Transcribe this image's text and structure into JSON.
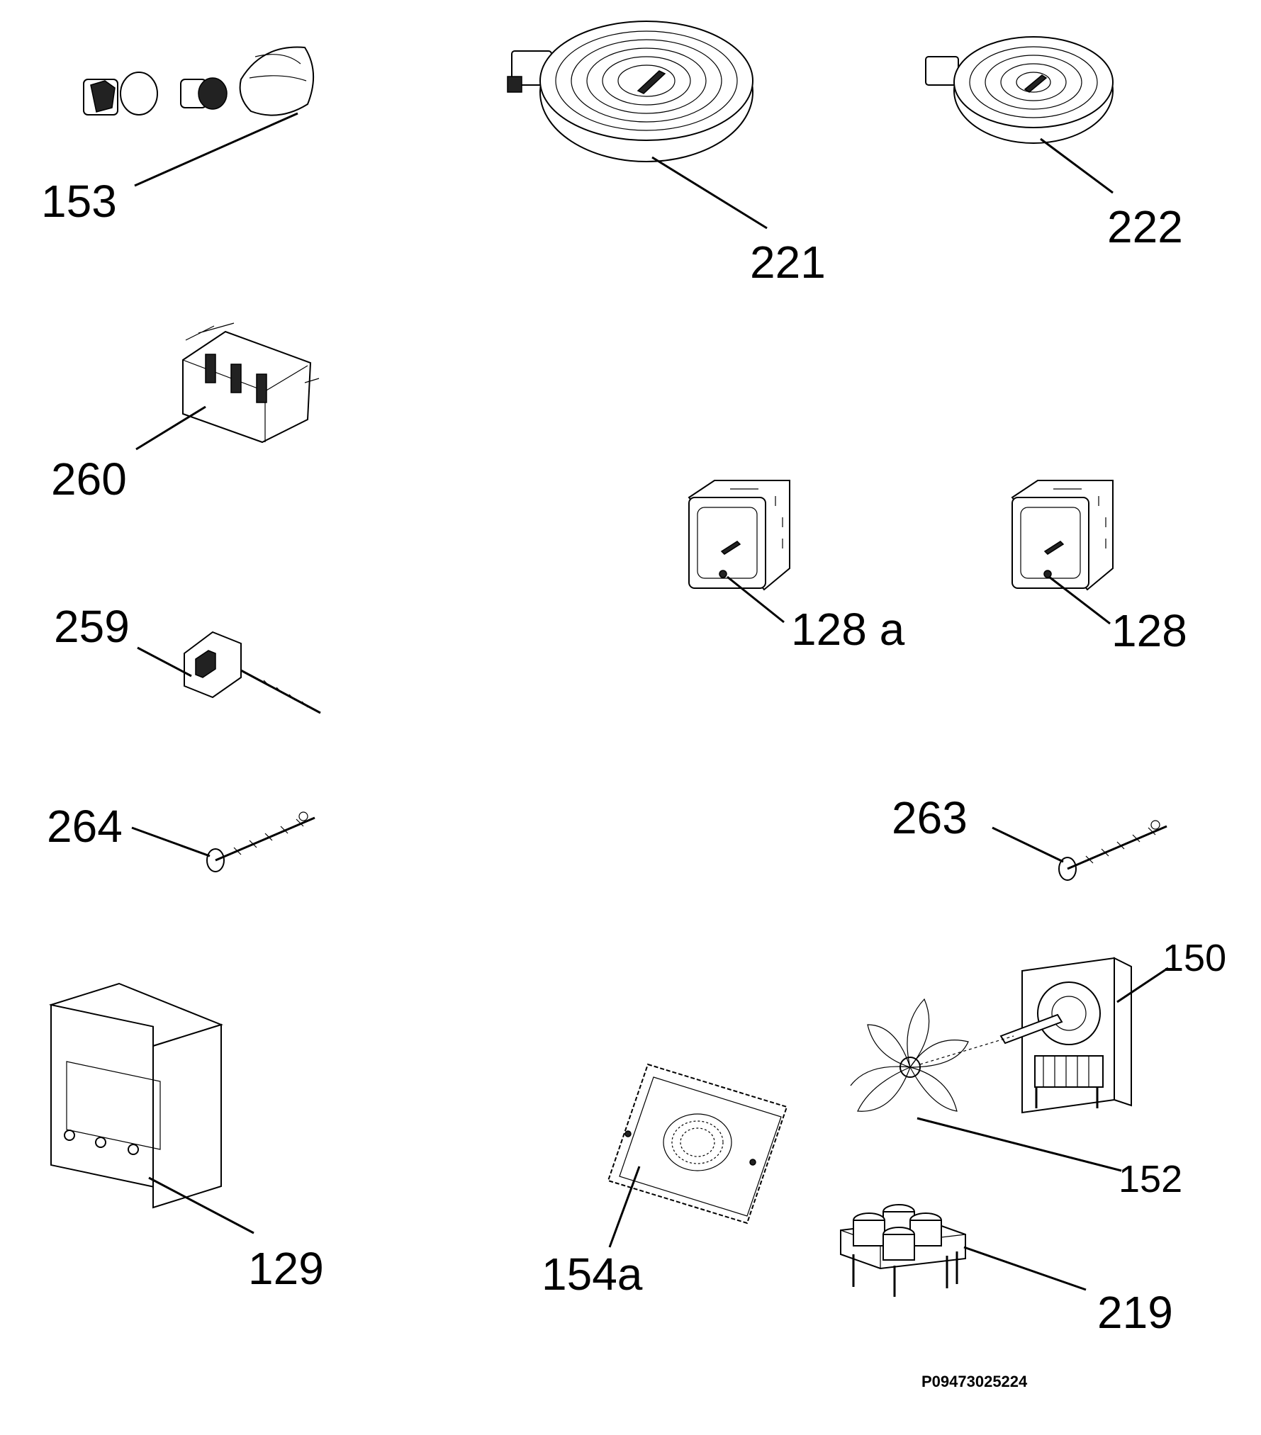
{
  "labels": {
    "p153": "153",
    "p221": "221",
    "p222": "222",
    "p260": "260",
    "p128a": "128 a",
    "p128": "128",
    "p259": "259",
    "p264": "264",
    "p263": "263",
    "p150": "150",
    "p152": "152",
    "p129": "129",
    "p154a": "154a",
    "p219": "219"
  },
  "drawing_code": "P09473025224"
}
